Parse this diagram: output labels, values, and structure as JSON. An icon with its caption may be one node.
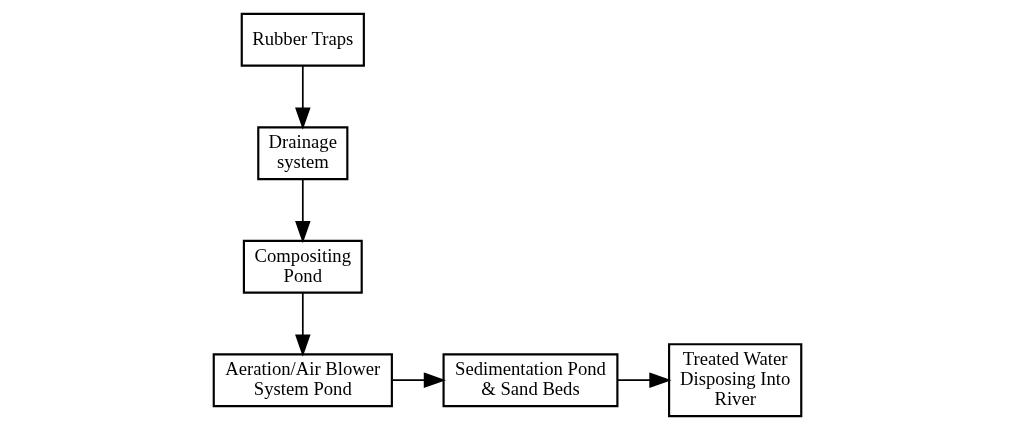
{
  "diagram": {
    "nodes": [
      {
        "text": [
          "Rubber Traps"
        ]
      },
      {
        "text": [
          "Drainage system"
        ]
      },
      {
        "text": [
          "Compositing Pond"
        ]
      },
      {
        "text": [
          "Aeration/Air Blower System Pond"
        ]
      },
      {
        "text": [
          "Sedimentation Pond & Sand Beds"
        ]
      },
      {
        "text": [
          "Treated Water Disposing Into River"
        ]
      }
    ],
    "edges": [
      {
        "from": 0,
        "to": 1,
        "arrow": "to"
      },
      {
        "from": 1,
        "to": 2,
        "arrow": "to"
      },
      {
        "from": 2,
        "to": 3,
        "arrow": "to"
      },
      {
        "from": 3,
        "to": 4,
        "arrow": "to"
      },
      {
        "from": 4,
        "to": 5,
        "arrow": "to"
      }
    ]
  }
}
